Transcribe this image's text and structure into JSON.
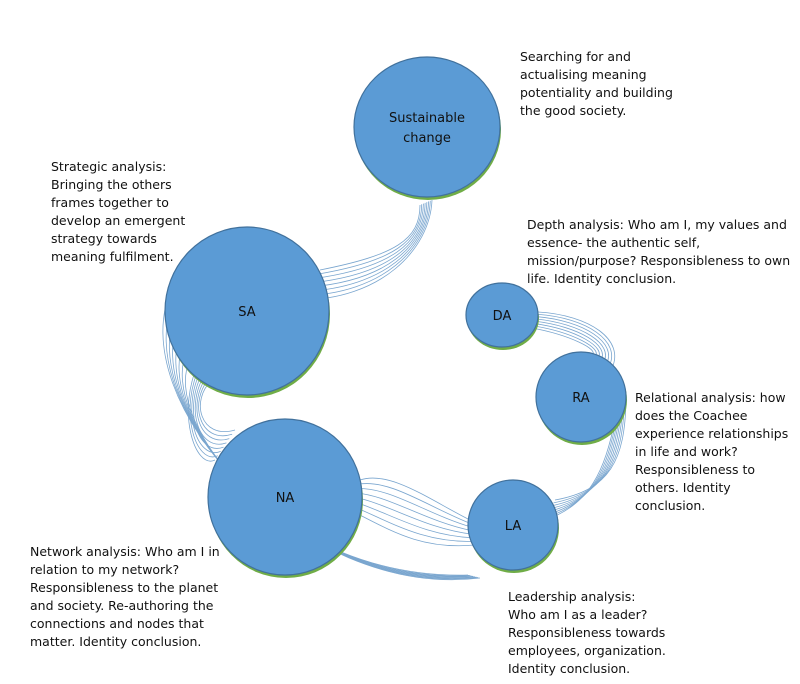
{
  "nodes": [
    {
      "id": "sustainable-change",
      "label_lines": [
        "Sustainable",
        "change"
      ]
    },
    {
      "id": "sa",
      "label_lines": [
        "SA"
      ]
    },
    {
      "id": "da",
      "label_lines": [
        "DA"
      ]
    },
    {
      "id": "ra",
      "label_lines": [
        "RA"
      ]
    },
    {
      "id": "la",
      "label_lines": [
        "LA"
      ]
    },
    {
      "id": "na",
      "label_lines": [
        "NA"
      ]
    }
  ],
  "descriptions": {
    "sustainable": "Searching for and\nactualising meaning\npotentiality and building\nthe good society.",
    "strategic": "Strategic analysis:\nBringing the others\nframes together to\ndevelop an emergent\nstrategy towards\nmeaning fulfilment.",
    "depth": "Depth analysis: Who am I, my values and\nessence- the authentic self,\nmission/purpose? Responsibleness to own\nlife. Identity conclusion.",
    "relational": "Relational analysis: how\ndoes the Coachee\nexperience relationships\nin life and work?\nResponsibleness to\nothers. Identity\nconclusion.",
    "network": "Network analysis: Who am I in\nrelation to my network?\nResponsibleness to the planet\nand society. Re-authoring the\nconnections and nodes that\nmatter. Identity conclusion.",
    "leadership": "Leadership analysis:\nWho am I as a leader?\nResponsibleness towards\nemployees, organization.\nIdentity conclusion."
  },
  "colors": {
    "node_fill": "#5b9bd5",
    "node_stroke": "#41719c",
    "node_shadow": "#70ad47",
    "connector": "#7aa6cf"
  }
}
